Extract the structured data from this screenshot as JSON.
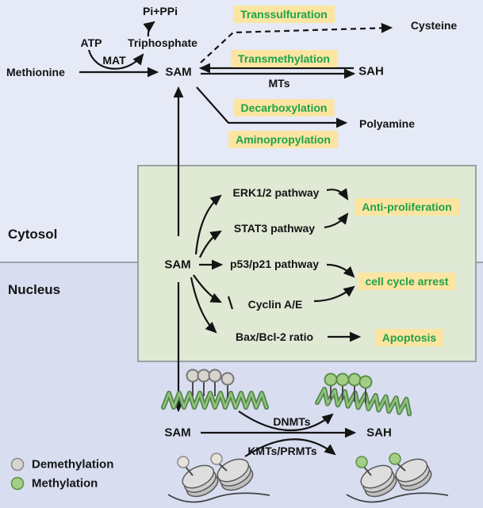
{
  "diagram_title": "SAM metabolism and signaling pathway diagram",
  "top_pathway": {
    "pi_ppi": "Pi+PPi",
    "atp": "ATP",
    "triphosphate": "Triphosphate",
    "mat": "MAT",
    "methionine": "Methionine",
    "sam": "SAM",
    "transsulfuration": "Transsulfuration",
    "cysteine": "Cysteine",
    "transmethylation": "Transmethylation",
    "mts": "MTs",
    "sah": "SAH",
    "decarboxylation": "Decarboxylation",
    "aminopropylation": "Aminopropylation",
    "polyamine": "Polyamine"
  },
  "compartments": {
    "cytosol": "Cytosol",
    "nucleus": "Nucleus"
  },
  "signaling": {
    "sam": "SAM",
    "pathways": {
      "erk": "ERK1/2 pathway",
      "stat3": "STAT3 pathway",
      "p53": "p53/p21 pathway",
      "cyclin": "Cyclin A/E",
      "bax": "Bax/Bcl-2 ratio"
    },
    "outcomes": {
      "anti_proliferation": "Anti-proliferation",
      "cell_cycle_arrest": "cell cycle arrest",
      "apoptosis": "Apoptosis"
    }
  },
  "nucleus_pathway": {
    "sam": "SAM",
    "sah": "SAH",
    "dnmts": "DNMTs",
    "kmts_prmts": "KMTs/PRMTs"
  },
  "legend": [
    {
      "label": "Demethylation",
      "marker_color": "#d8d4ce"
    },
    {
      "label": "Methylation",
      "marker_color": "#a2cf85"
    }
  ],
  "colors": {
    "background_cytosol": "#e6eaf6",
    "background_nucleus": "#d8ddf0",
    "signal_box_fill": "#e0e9d4",
    "signal_box_border": "#9ba1a3",
    "highlight_yellow": "#fbe5a1",
    "highlight_text_green": "#1ea24b",
    "line_black": "#141414",
    "dna_green_dark": "#55854d",
    "dna_green_light": "#90c47d",
    "methyl_green": "#a2cf85",
    "demethyl_gray": "#d8d4ce"
  }
}
